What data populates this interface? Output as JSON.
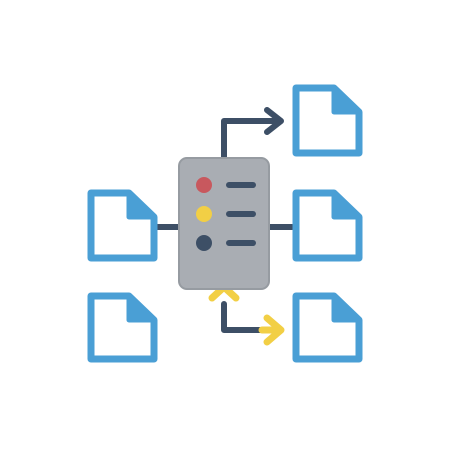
{
  "icon": {
    "name": "server-file-distribution",
    "colors": {
      "background": "#ffffff",
      "file_fill": "#ffffff",
      "file_stroke": "#4a9fd5",
      "server_fill": "#a9adb3",
      "server_stroke": "#969ba1",
      "connector": "#3d4f66",
      "indicator_red": "#c8585e",
      "indicator_yellow": "#f2cf45",
      "indicator_dark": "#3d4f66",
      "arrow_yellow": "#f2cf45"
    },
    "server_indicators": [
      "indicator_red",
      "indicator_yellow",
      "indicator_dark"
    ],
    "files": [
      "file-left-top",
      "file-left-bottom",
      "file-right-top",
      "file-right-middle",
      "file-right-bottom"
    ]
  }
}
